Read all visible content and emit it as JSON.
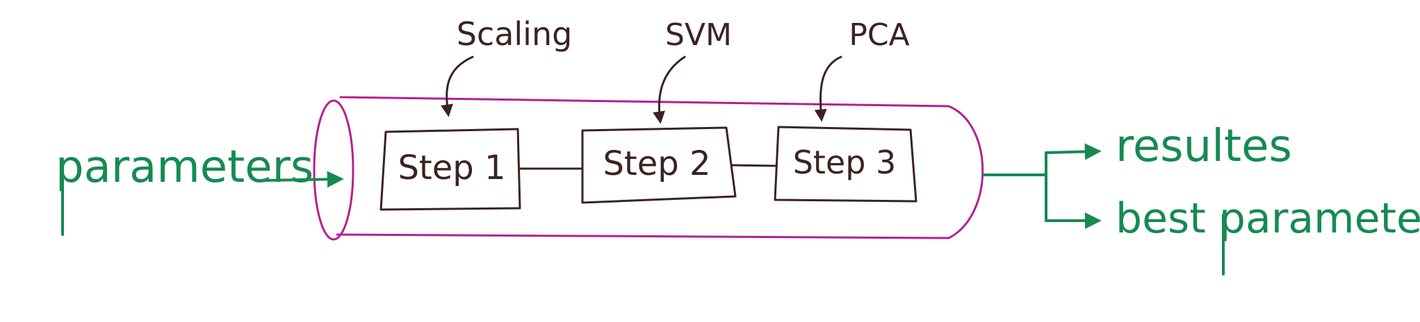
{
  "diagram": {
    "input_label": "parameters",
    "steps": [
      {
        "label": "Step 1",
        "annotation": "Scaling"
      },
      {
        "label": "Step 2",
        "annotation": "SVM"
      },
      {
        "label": "Step 3",
        "annotation": "PCA"
      }
    ],
    "outputs": [
      {
        "label": "resultes"
      },
      {
        "label": "best parameters"
      }
    ],
    "colors": {
      "ink": "#3a2322",
      "pipe": "#b5208f",
      "io": "#168a52"
    }
  }
}
